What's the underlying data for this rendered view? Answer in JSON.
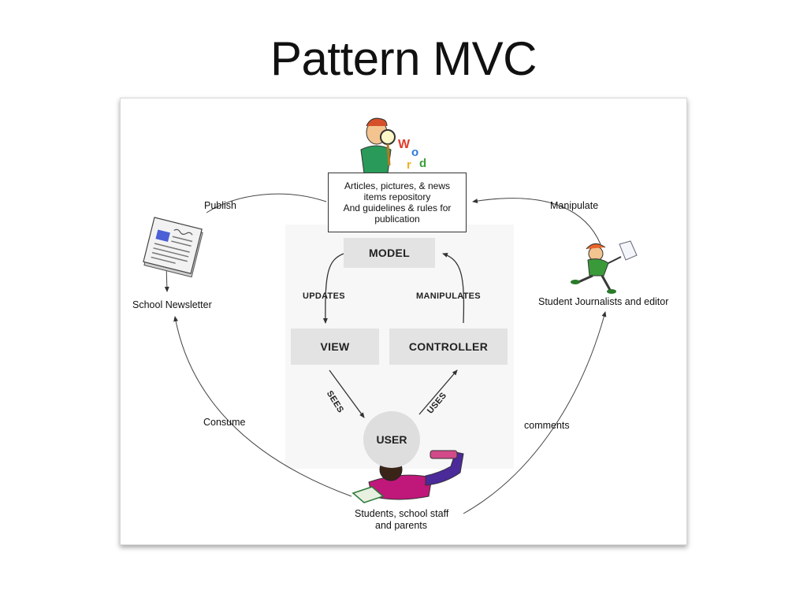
{
  "slide": {
    "title": "Pattern MVC"
  },
  "repository": {
    "lines": [
      "Articles, pictures, & news",
      "items repository",
      "And guidelines & rules for",
      "publication"
    ]
  },
  "mvc": {
    "model": "MODEL",
    "view": "VIEW",
    "controller": "CONTROLLER",
    "user": "USER",
    "updates": "UPDATES",
    "manipulates": "MANIPULATES",
    "sees": "SEES",
    "uses": "USES"
  },
  "actors": {
    "newsletter": "School Newsletter",
    "journalists": "Student Journalists and editor",
    "audience_line1": "Students, school staff",
    "audience_line2": "and parents"
  },
  "flows": {
    "publish": "Publish",
    "manipulate": "Manipulate",
    "consume": "Consume",
    "comments": "comments"
  },
  "colors": {
    "box_gray": "#e3e3e3",
    "accent_orange": "#e8642a",
    "accent_green": "#3a9a3a"
  }
}
